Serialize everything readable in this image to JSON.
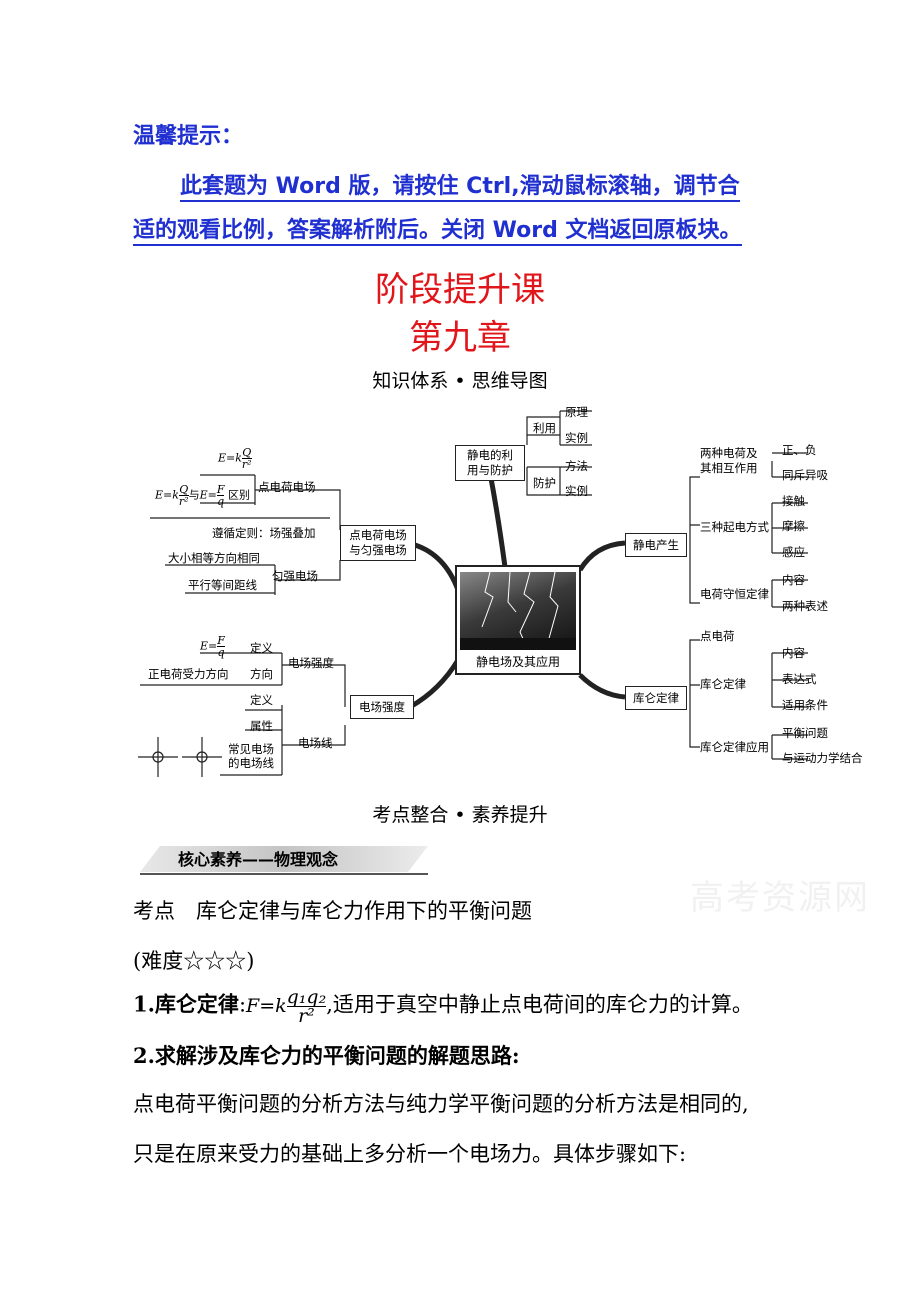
{
  "notice": {
    "heading": "温馨提示：",
    "line1": "此套题为 Word 版，请按住 Ctrl,滑动鼠标滚轴，调节合",
    "line2": "适的观看比例，答案解析附后。关闭 Word 文档返回原板块。"
  },
  "title": {
    "main": "阶段提升课",
    "chapter": "第九章"
  },
  "section1": "知识体系 • 思维导图",
  "mindmap": {
    "center": "静电场及其应用",
    "top_node": "静电的利\n用与防护",
    "top_branches": {
      "use": "利用",
      "use_items": [
        "原理",
        "实例"
      ],
      "protect": "防护",
      "protect_items": [
        "方法",
        "实例"
      ]
    },
    "right_top_node": "静电产生",
    "right_top": {
      "g1": "两种电荷及\n其相互作用",
      "g1_items": [
        "正、负",
        "同斥异吸"
      ],
      "g2": "三种起电方式",
      "g2_items": [
        "接触",
        "摩擦",
        "感应"
      ],
      "g3": "电荷守恒定律",
      "g3_items": [
        "内容",
        "两种表述"
      ]
    },
    "right_bottom_node": "库仑定律",
    "right_bottom": {
      "g1": "点电荷",
      "g2": "库仑定律",
      "g2_items": [
        "内容",
        "表达式",
        "适用条件"
      ],
      "g3": "库仑定律应用",
      "g3_items": [
        "平衡问题",
        "与运动力学结合"
      ]
    },
    "left_top_node": "点电荷电场\n与匀强电场",
    "left_top": {
      "point_field": "点电荷电场",
      "distinct": "区别",
      "and": "与",
      "superpose": "遵循定则：场强叠加",
      "uniform_a": "大小相等方向相同",
      "uniform_b": "平行等间距线",
      "uniform": "匀强电场"
    },
    "left_bottom_node": "电场强度",
    "left_bottom": {
      "strength": "电场强度",
      "def": "定义",
      "dir": "方向",
      "pos_dir": "正电荷受力方向",
      "lines": "电场线",
      "def2": "定义",
      "attr": "属性",
      "common": "常见电场\n的电场线"
    }
  },
  "section2": "考点整合 • 素养提升",
  "banner": "核心素养——物理观念",
  "watermark": "高考资源网",
  "topic": "考点　库仑定律与库仑力作用下的平衡问题",
  "difficulty": "(难度☆☆☆)",
  "item1_label": "1.库仑定律",
  "item1_text": ",适用于真空中静止点电荷间的库仑力的计算。",
  "item2": "2.求解涉及库仑力的平衡问题的解题思路:",
  "para1": "点电荷平衡问题的分析方法与纯力学平衡问题的分析方法是相同的,",
  "para2": "只是在原来受力的基础上多分析一个电场力。具体步骤如下:"
}
